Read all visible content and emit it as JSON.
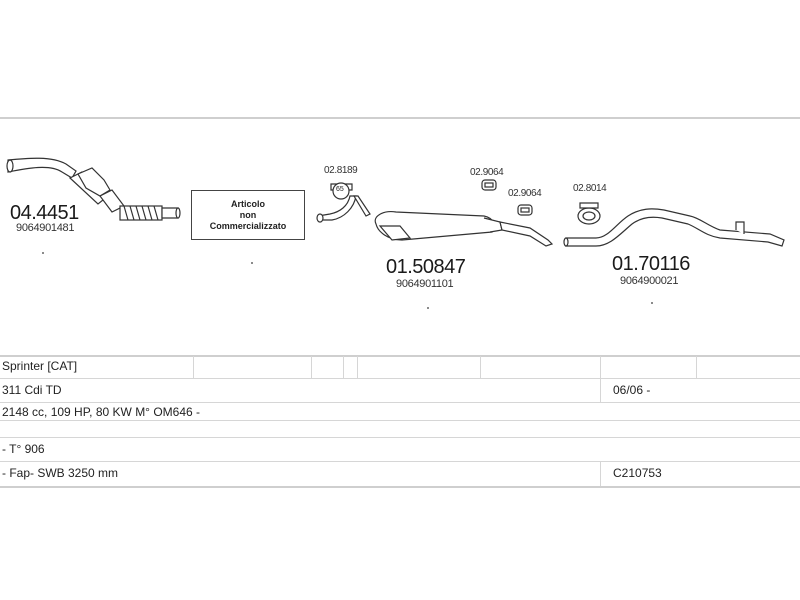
{
  "parts": {
    "p1": {
      "code": "04.4451",
      "oem": "9064901481"
    },
    "notice": {
      "line1": "Articolo",
      "line2": "non",
      "line3": "Commercializzato"
    },
    "clamp1": {
      "code": "02.8189"
    },
    "clamp1_label": "65",
    "mount1": {
      "code": "02.9064"
    },
    "mount2": {
      "code": "02.9064"
    },
    "clamp2": {
      "code": "02.8014"
    },
    "p2": {
      "code": "01.50847",
      "oem": "9064901101"
    },
    "p3": {
      "code": "01.70116",
      "oem": "9064900021"
    }
  },
  "table": {
    "rows": [
      {
        "left": "Sprinter  [CAT]",
        "right": ""
      },
      {
        "left": "311 Cdi TD",
        "right": "06/06 -"
      },
      {
        "left": "2148 cc, 109 HP, 80 KW M° OM646 -",
        "right": ""
      },
      {
        "left": "- T° 906",
        "right": ""
      },
      {
        "left": "- Fap- SWB 3250 mm",
        "right": "C210753"
      }
    ]
  },
  "colors": {
    "line": "#cfcfcf",
    "part_stroke": "#333333",
    "part_fill": "#ffffff"
  }
}
